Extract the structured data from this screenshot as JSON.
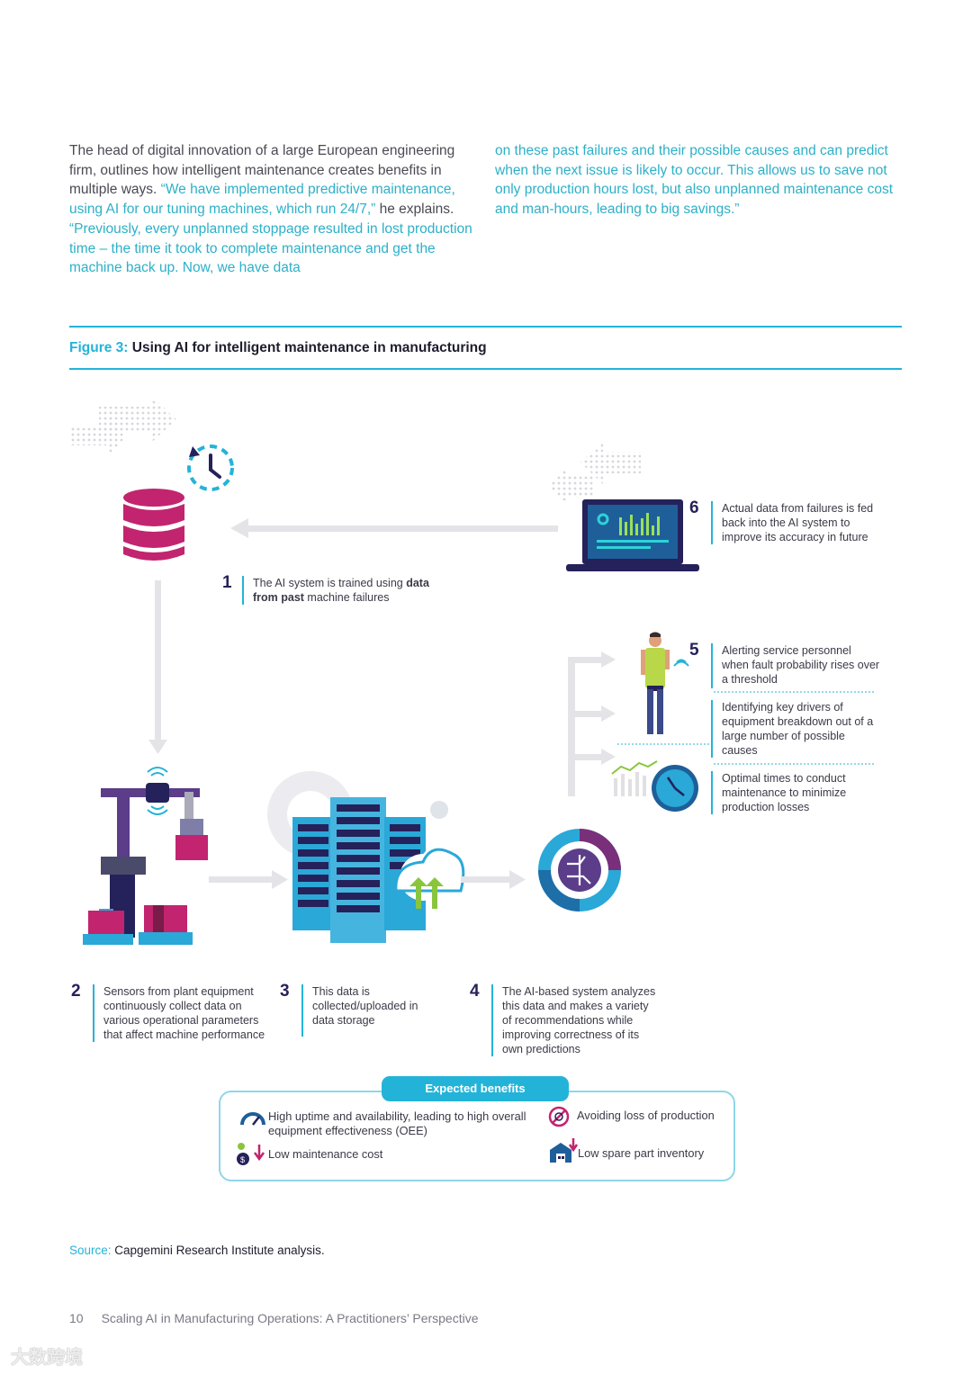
{
  "intro": {
    "p1_plain": "The head of digital innovation of a large European engineering firm, outlines how intelligent maintenance creates benefits in multiple ways. ",
    "p1_quote": "“We have implemented predictive maintenance, using AI for our tuning machines, which run 24/7,”",
    "p1_plain2": " he explains. ",
    "p1_quote2": "“Previously, every unplanned stoppage resulted in lost production time – the time it took to complete maintenance and get the machine back up. Now, we have data",
    "p2_quote": "on these past failures and their possible causes and can predict when the next issue is likely to occur. This allows us to save not only production hours lost, but also unplanned maintenance cost and man-hours, leading to big savings.”"
  },
  "figure": {
    "label": "Figure 3:",
    "title": "Using AI for intelligent maintenance in manufacturing"
  },
  "steps": [
    {
      "num": "1",
      "pre": "The AI system is trained using ",
      "bold": "data from past",
      "post": " machine failures"
    },
    {
      "num": "2",
      "text": "Sensors from plant equipment continuously collect data on various operational parameters that affect machine performance"
    },
    {
      "num": "3",
      "text": "This data is collected/uploaded in data storage"
    },
    {
      "num": "4",
      "text": "The AI-based system analyzes this data and makes a variety of recommendations while improving correctness of its own predictions"
    },
    {
      "num": "5",
      "items": [
        "Alerting service personnel when fault probability rises over a threshold",
        "Identifying key drivers of equipment breakdown out of a large number of possible causes",
        "Optimal times to conduct maintenance to minimize production losses"
      ]
    },
    {
      "num": "6",
      "text": "Actual data from failures is fed back into the AI system to improve its accuracy in future"
    }
  ],
  "benefits": {
    "header": "Expected benefits",
    "items": [
      {
        "text": "High uptime and availability, leading to high overall equipment effectiveness (OEE)",
        "icon": "gauge-icon"
      },
      {
        "text": "Avoiding loss of production",
        "icon": "no-stop-icon"
      },
      {
        "text": "Low maintenance cost",
        "icon": "money-down-icon"
      },
      {
        "text": "Low spare part inventory",
        "icon": "warehouse-down-icon"
      }
    ]
  },
  "source": {
    "label": "Source:",
    "text": " Capgemini Research Institute analysis."
  },
  "footer": {
    "page": "10",
    "title": "Scaling AI in Manufacturing Operations: A Practitioners’ Perspective"
  },
  "watermark": "大数跨境",
  "colors": {
    "accent": "#24b3d8",
    "magenta": "#c2246f",
    "navy": "#25215a",
    "purple": "#5b3d8a"
  }
}
